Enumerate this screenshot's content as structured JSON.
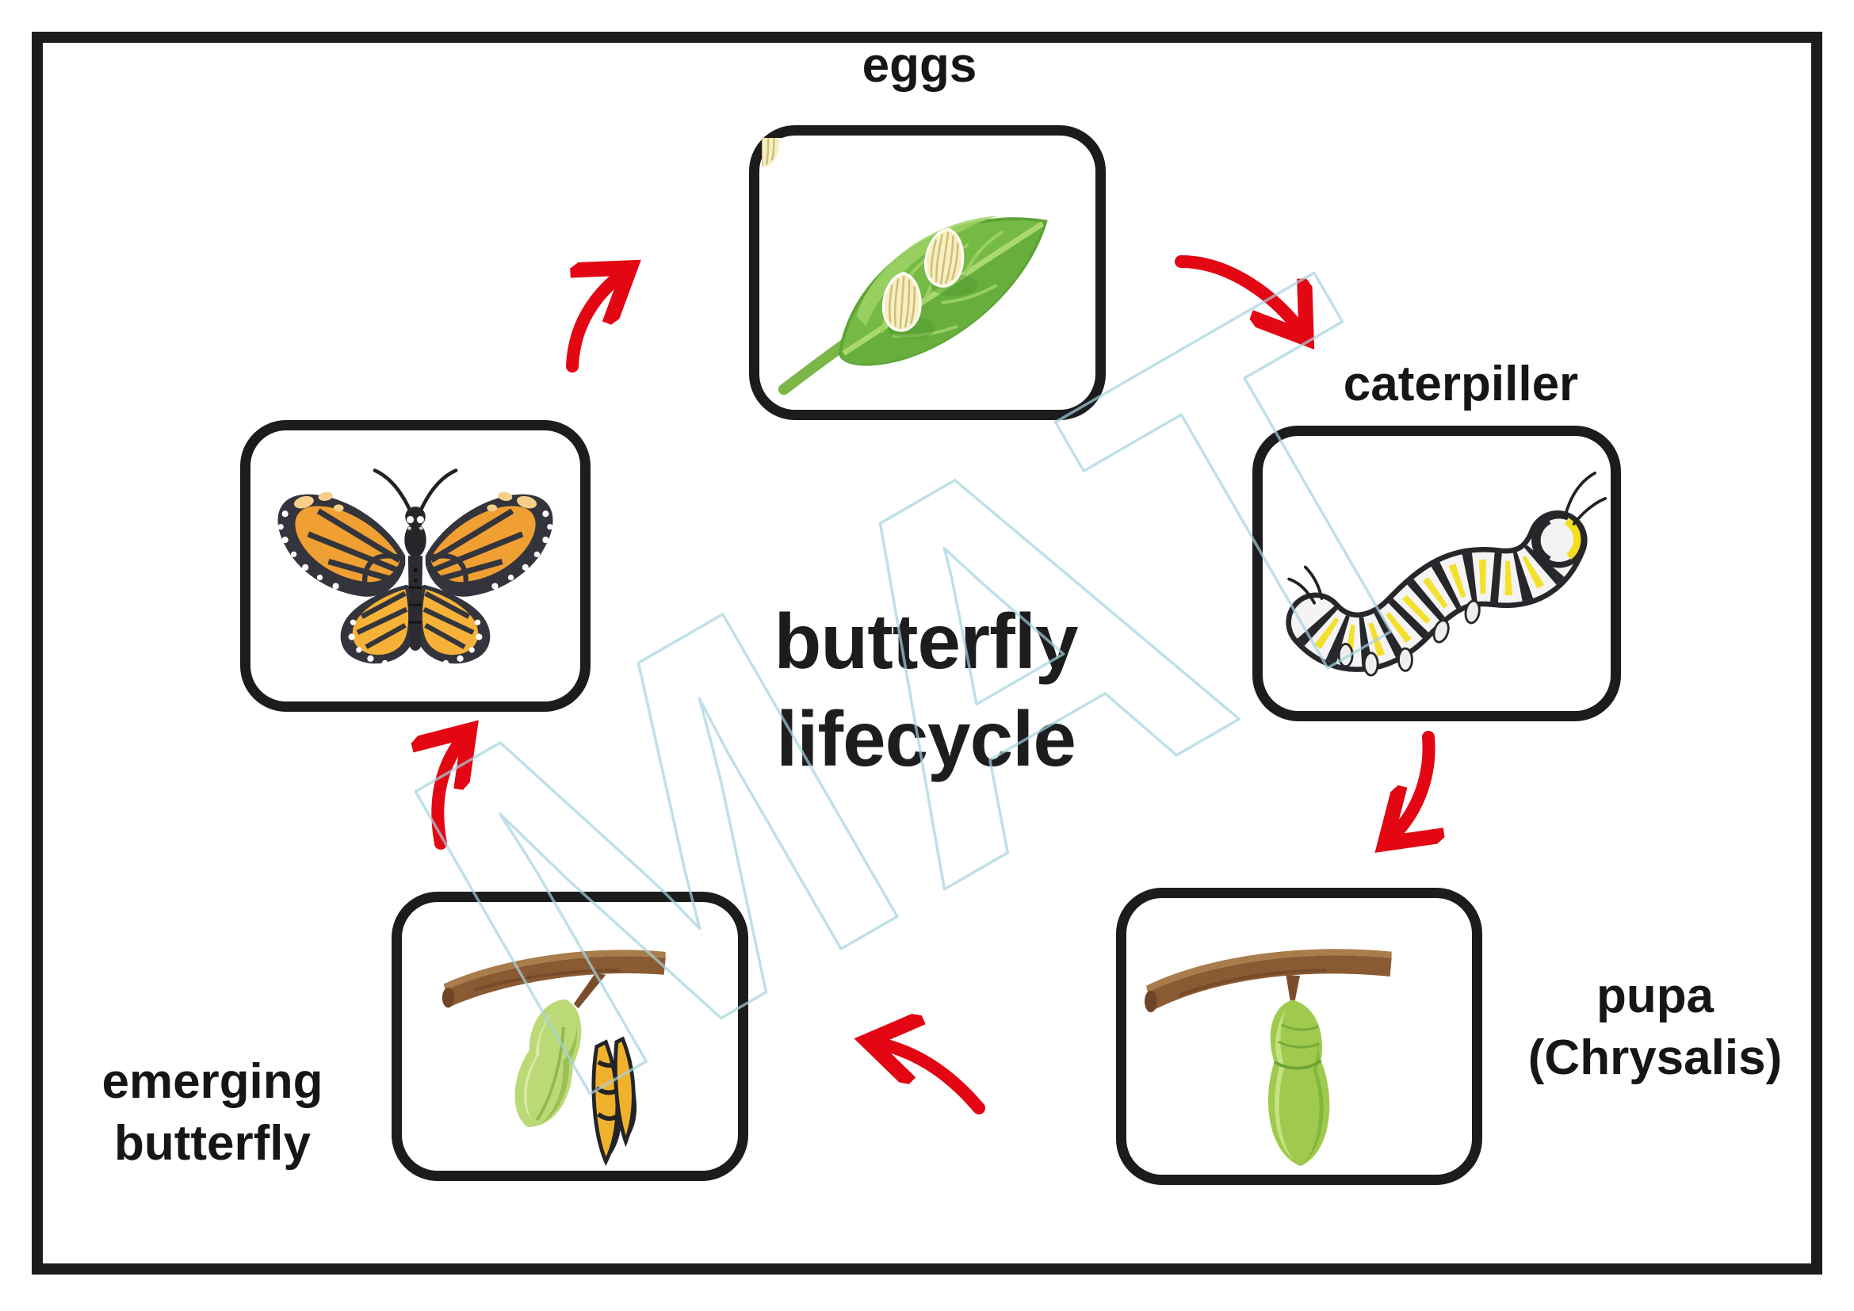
{
  "title": {
    "line1": "butterfly",
    "line2": "lifecycle"
  },
  "watermark_text": "MAT",
  "stages": {
    "eggs": {
      "label": "eggs",
      "illustration": "leaf-with-two-eggs"
    },
    "caterpillar": {
      "label": "caterpiller",
      "illustration": "striped-caterpillar"
    },
    "pupa": {
      "label_line1": "pupa",
      "label_line2": "(Chrysalis)",
      "illustration": "green-chrysalis-on-branch"
    },
    "emerging": {
      "label_line1": "emerging",
      "label_line2": "butterfly",
      "illustration": "butterfly-emerging-from-chrysalis"
    },
    "adult": {
      "illustration": "monarch-butterfly"
    }
  },
  "colors": {
    "arrow_red": "#e30613",
    "outline_black": "#1c1c1c",
    "watermark_blue": "#a5d3e0",
    "leaf_green": "#76ba45",
    "egg_cream": "#f7efbd",
    "caterpillar_yellow": "#f3de1f",
    "chrysalis_green": "#9fca4e",
    "branch_brown": "#8a5a33",
    "butterfly_orange": "#f0a032"
  }
}
